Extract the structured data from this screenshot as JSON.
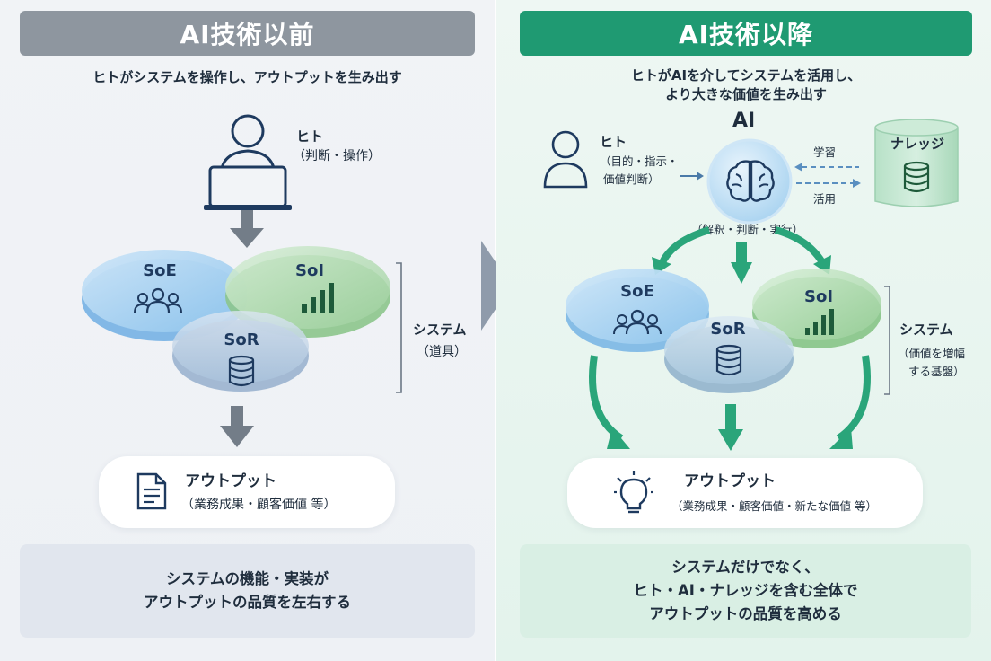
{
  "left": {
    "title": "AI技術以前",
    "subtitle": "ヒトがシステムを操作し、アウトプットを生み出す",
    "human": {
      "name": "ヒト",
      "role": "（判断・操作）"
    },
    "systems": {
      "soe": "SoE",
      "soi": "SoI",
      "sor": "SoR"
    },
    "system_label": {
      "name": "システム",
      "role": "（道具）"
    },
    "output": {
      "title": "アウトプット",
      "detail": "（業務成果・顧客価値 等）"
    },
    "summary": [
      "システムの機能・実装が",
      "アウトプットの品質を左右する"
    ]
  },
  "right": {
    "title": "AI技術以降",
    "subtitle": [
      "ヒトがAIを介してシステムを活用し、",
      "より大きな価値を生み出す"
    ],
    "ai_label": "AI",
    "ai_role": "（解釈・判断・実行）",
    "human": {
      "name": "ヒト",
      "role_line1": "（目的・指示・",
      "role_line2": "価値判断）"
    },
    "knowledge": "ナレッジ",
    "learn": "学習",
    "use": "活用",
    "systems": {
      "soe": "SoE",
      "soi": "SoI",
      "sor": "SoR"
    },
    "system_label": {
      "name": "システム",
      "role_line1": "（価値を増幅",
      "role_line2": "する基盤）"
    },
    "output": {
      "title": "アウトプット",
      "detail": "（業務成果・顧客価値・新たな価値 等）"
    },
    "summary": [
      "システムだけでなく、",
      "ヒト・AI・ナレッジを含む全体で",
      "アウトプットの品質を高める"
    ]
  },
  "colors": {
    "gray_header": "#8e969f",
    "green_header": "#1f9a72",
    "blue_circle": "#a9d1f0",
    "green_circle": "#a8d8a8",
    "navy_icon": "#1e3a5f",
    "arrow_gray": "#737d88",
    "arrow_green": "#2aa57a"
  }
}
